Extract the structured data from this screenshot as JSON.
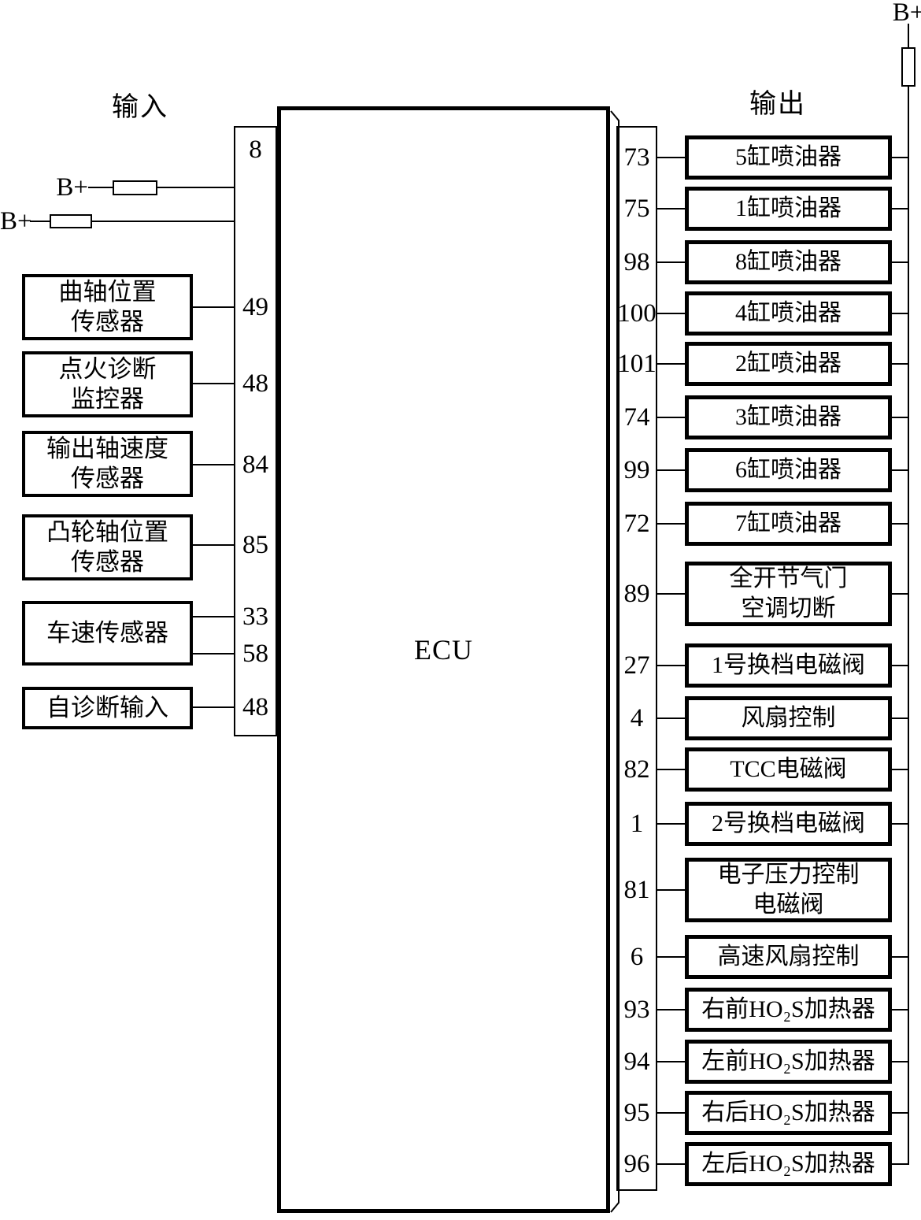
{
  "titles": {
    "input": "输入",
    "output": "输出",
    "ecu": "ECU"
  },
  "power": {
    "left_feeds": [
      {
        "label": "B+"
      },
      {
        "label": "B+"
      }
    ],
    "right_bus_label": "B+"
  },
  "left_pins": [
    "8",
    "49",
    "48",
    "84",
    "85",
    "33",
    "58",
    "48"
  ],
  "right_pins": [
    "73",
    "75",
    "98",
    "100",
    "101",
    "74",
    "99",
    "72",
    "89",
    "27",
    "4",
    "82",
    "1",
    "81",
    "6",
    "93",
    "94",
    "95",
    "96"
  ],
  "input_devices": [
    {
      "pin": "49",
      "lines": [
        "曲轴位置",
        "传感器"
      ]
    },
    {
      "pin": "48",
      "lines": [
        "点火诊断",
        "监控器"
      ]
    },
    {
      "pin": "84",
      "lines": [
        "输出轴速度",
        "传感器"
      ]
    },
    {
      "pin": "85",
      "lines": [
        "凸轮轴位置",
        "传感器"
      ]
    },
    {
      "pins": [
        "33",
        "58"
      ],
      "lines": [
        "车速传感器"
      ]
    },
    {
      "pin": "48",
      "lines": [
        "自诊断输入"
      ]
    }
  ],
  "output_devices": [
    {
      "pin": "73",
      "lines": [
        "5缸喷油器"
      ],
      "bus_connected": true
    },
    {
      "pin": "75",
      "lines": [
        "1缸喷油器"
      ],
      "bus_connected": true
    },
    {
      "pin": "98",
      "lines": [
        "8缸喷油器"
      ],
      "bus_connected": true
    },
    {
      "pin": "100",
      "lines": [
        "4缸喷油器"
      ],
      "bus_connected": true
    },
    {
      "pin": "101",
      "lines": [
        "2缸喷油器"
      ],
      "bus_connected": true
    },
    {
      "pin": "74",
      "lines": [
        "3缸喷油器"
      ],
      "bus_connected": true
    },
    {
      "pin": "99",
      "lines": [
        "6缸喷油器"
      ],
      "bus_connected": true
    },
    {
      "pin": "72",
      "lines": [
        "7缸喷油器"
      ],
      "bus_connected": true
    },
    {
      "pin": "89",
      "lines": [
        "全开节气门",
        "空调切断"
      ],
      "bus_connected": true
    },
    {
      "pin": "27",
      "lines": [
        "1号换档电磁阀"
      ],
      "bus_connected": true
    },
    {
      "pin": "4",
      "lines": [
        "风扇控制"
      ],
      "bus_connected": true
    },
    {
      "pin": "82",
      "lines": [
        "TCC电磁阀"
      ],
      "bus_connected": true
    },
    {
      "pin": "1",
      "lines": [
        "2号换档电磁阀"
      ],
      "bus_connected": true
    },
    {
      "pin": "81",
      "lines": [
        "电子压力控制",
        "电磁阀"
      ],
      "bus_connected": false
    },
    {
      "pin": "6",
      "lines": [
        "高速风扇控制"
      ],
      "bus_connected": true
    },
    {
      "pin": "93",
      "lines": [
        "右前HO₂S加热器"
      ],
      "bus_connected": true
    },
    {
      "pin": "94",
      "lines": [
        "左前HO₂S加热器"
      ],
      "bus_connected": true
    },
    {
      "pin": "95",
      "lines": [
        "右后HO₂S加热器"
      ],
      "bus_connected": true
    },
    {
      "pin": "96",
      "lines": [
        "左后HO₂S加热器"
      ],
      "bus_connected": true
    }
  ]
}
